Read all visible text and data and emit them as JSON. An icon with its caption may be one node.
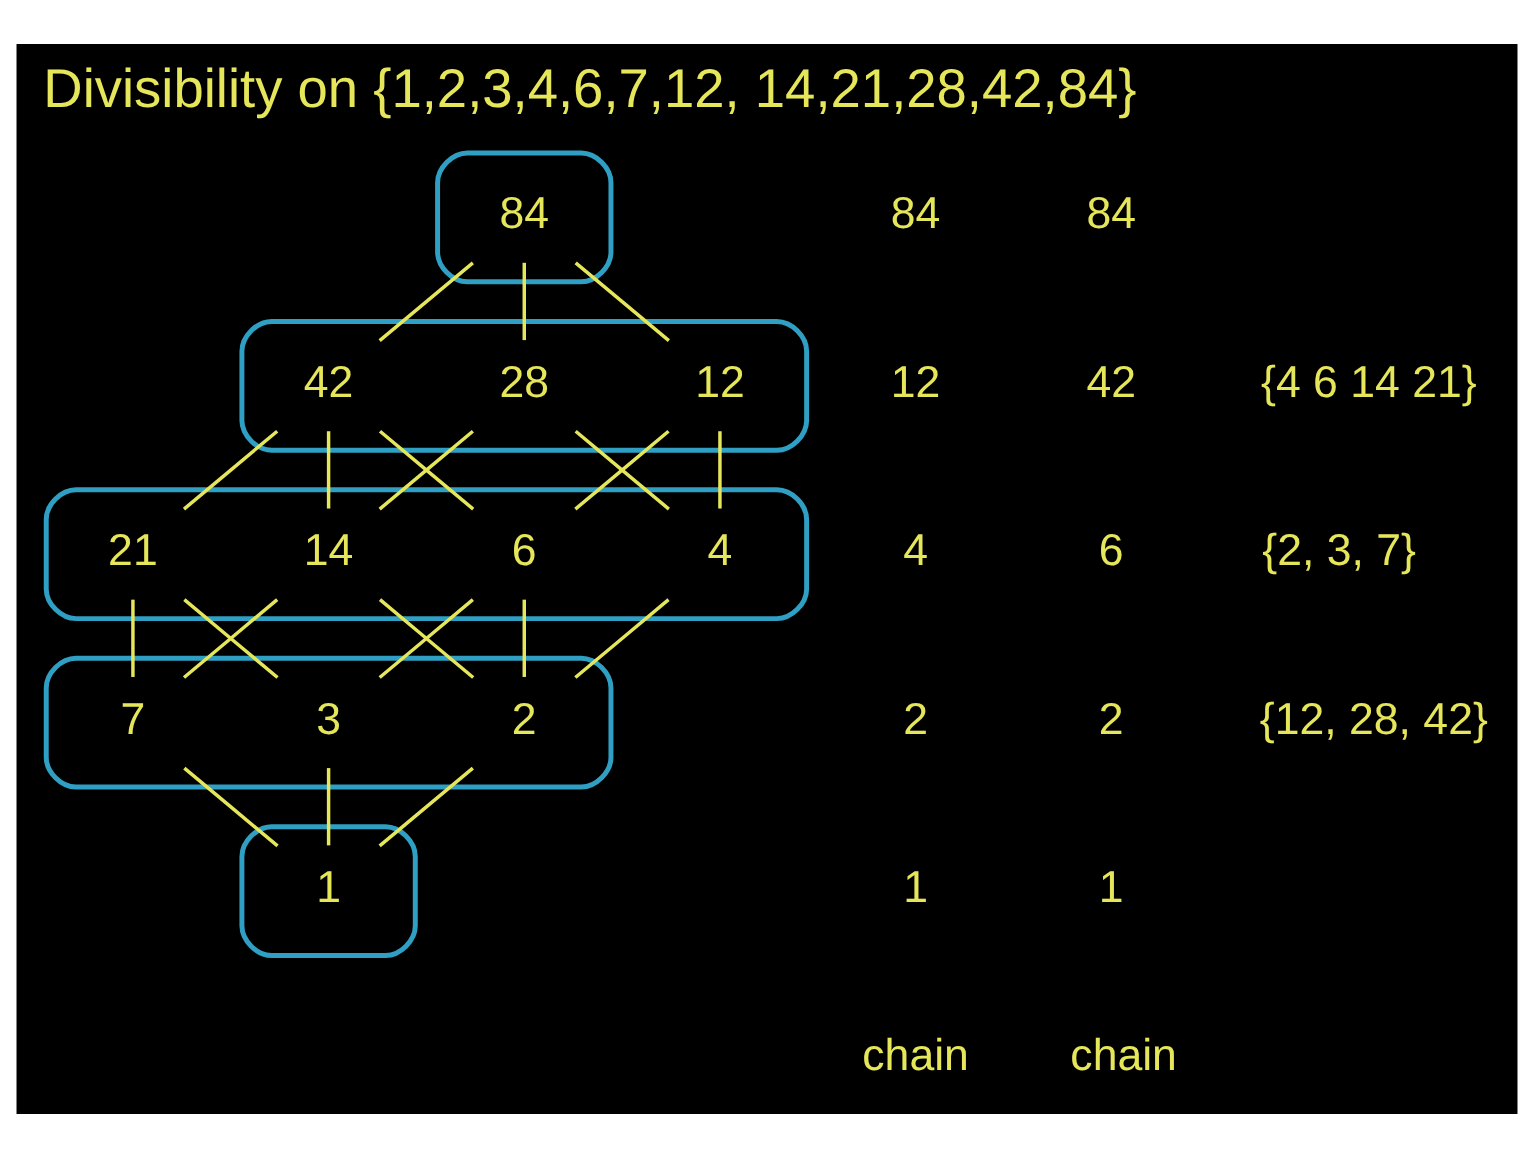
{
  "diagram": {
    "title": "Divisibility on {1,2,3,4,6,7,12, 14,21,28,42,84}",
    "nodes": [
      {
        "text": [],
        "shape": "ellipse"
      },
      {
        "text": [
          "84"
        ],
        "in": 0
      },
      {
        "text": [],
        "shape": "ellipse"
      },
      {
        "text": [
          "12"
        ],
        "in": 2
      },
      {
        "text": [
          "28"
        ],
        "in": 2
      },
      {
        "text": [
          "42"
        ],
        "in": 2
      },
      {
        "text": [],
        "shape": "ellipse"
      },
      {
        "text": [
          "4"
        ],
        "in": 6
      },
      {
        "text": [
          "6"
        ],
        "in": 6
      },
      {
        "text": [
          "14"
        ],
        "in": 6
      },
      {
        "text": [
          "21"
        ],
        "in": 6
      },
      {
        "text": [],
        "shape": "ellipse"
      },
      {
        "text": [
          "2"
        ],
        "in": 11
      },
      {
        "text": [
          "3"
        ],
        "in": 11
      },
      {
        "text": [
          "7"
        ],
        "in": 11
      },
      {
        "text": [],
        "shape": "ellipse"
      },
      {
        "text": [
          "1"
        ],
        "in": 15
      }
    ],
    "edges": [
      {
        "from": 1,
        "to": 3,
        "arrow": "none"
      },
      {
        "from": 1,
        "to": 4,
        "arrow": "none"
      },
      {
        "from": 1,
        "to": 5,
        "arrow": "none"
      },
      {
        "from": 3,
        "to": 7,
        "arrow": "none"
      },
      {
        "from": 3,
        "to": 8,
        "arrow": "none"
      },
      {
        "from": 4,
        "to": 7,
        "arrow": "none"
      },
      {
        "from": 4,
        "to": 9,
        "arrow": "none"
      },
      {
        "from": 5,
        "to": 8,
        "arrow": "none"
      },
      {
        "from": 5,
        "to": 9,
        "arrow": "none"
      },
      {
        "from": 5,
        "to": 10,
        "arrow": "none"
      },
      {
        "from": 7,
        "to": 12,
        "arrow": "none"
      },
      {
        "from": 8,
        "to": 12,
        "arrow": "none"
      },
      {
        "from": 8,
        "to": 13,
        "arrow": "none"
      },
      {
        "from": 9,
        "to": 12,
        "arrow": "none"
      },
      {
        "from": 9,
        "to": 14,
        "arrow": "none"
      },
      {
        "from": 10,
        "to": 13,
        "arrow": "none"
      },
      {
        "from": 10,
        "to": 14,
        "arrow": "none"
      },
      {
        "from": 12,
        "to": 16,
        "arrow": "none"
      },
      {
        "from": 13,
        "to": 16,
        "arrow": "none"
      },
      {
        "from": 14,
        "to": 16,
        "arrow": "none"
      }
    ],
    "labels": [
      "84",
      "84",
      "12",
      "42",
      "{4 6 14 21}",
      "4",
      "6",
      "{2, 3, 7}",
      "2",
      "2",
      "{12, 28, 42}",
      "1",
      "1",
      "chain",
      "chain"
    ]
  }
}
